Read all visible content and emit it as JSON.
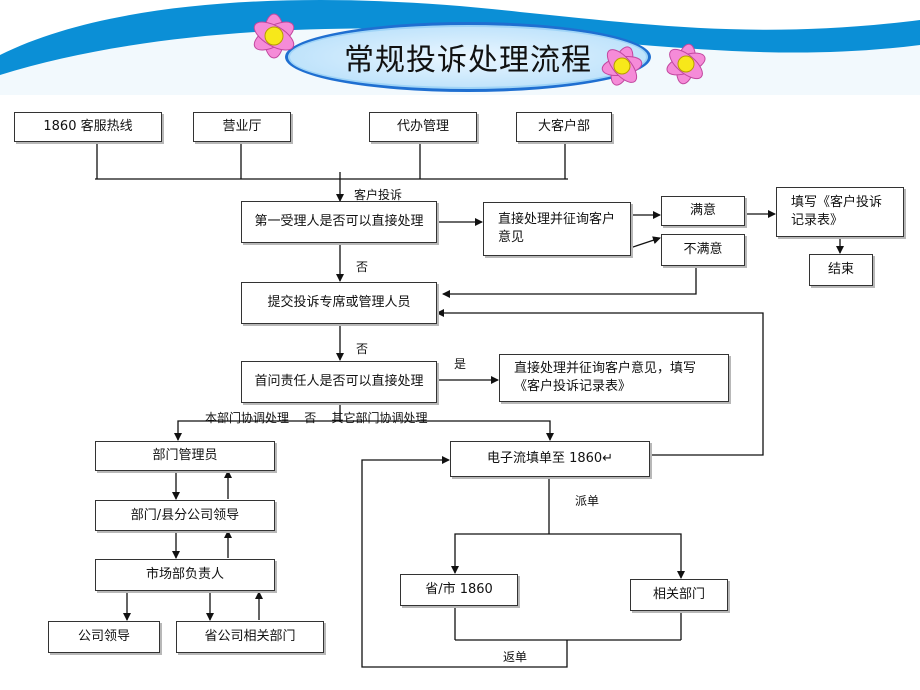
{
  "title": "常规投诉处理流程",
  "colors": {
    "band": "#0b8fd6",
    "oval_border": "#1f6fd1",
    "flower": "#f58bd8",
    "flower_center": "#f7e81a"
  },
  "sources": {
    "hotline": "1860 客服热线",
    "hall": "营业厅",
    "agent": "代办管理",
    "vip": "大客户部"
  },
  "nodes": {
    "first_handler": "第一受理人是否可以直接处理",
    "direct_handle": "直接处理并征询客户意见",
    "satisfied": "满意",
    "unsatisfied": "不满意",
    "fill_form": "填写《客户投诉记录表》",
    "end": "结束",
    "submit": "提交投诉专席或管理人员",
    "first_resp": "首问责任人是否可以直接处理",
    "direct_handle_fill": "直接处理并征询客户意见，填写《客户投诉记录表》",
    "dept_manager": "部门管理员",
    "dept_leader": "部门/县分公司领导",
    "market_head": "市场部负责人",
    "company_leader": "公司领导",
    "prov_dept": "省公司相关部门",
    "e_flow": "电子流填单至 1860↵",
    "prov_city": "省/市  1860",
    "related_dept": "相关部门"
  },
  "labels": {
    "customer_complaint": "客户投诉",
    "no1": "否",
    "no2": "否",
    "yes": "是",
    "split": "本部门协调处理    否    其它部门协调处理",
    "dispatch": "派单",
    "return": "返单"
  }
}
